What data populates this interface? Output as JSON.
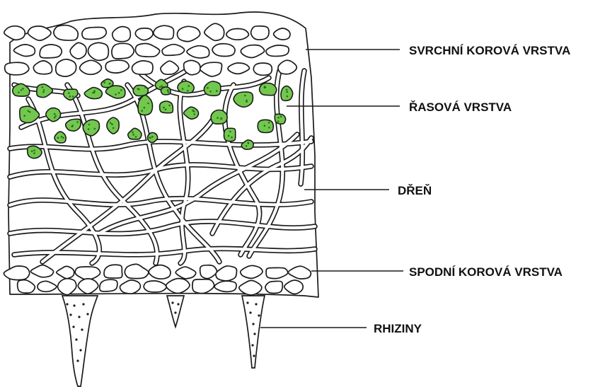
{
  "labels": {
    "upper_cortex": "SVRCHNÍ KOROVÁ VRSTVA",
    "algal_layer": "ŘASOVÁ VRSTVA",
    "medulla": "DŘEŇ",
    "lower_cortex": "SPODNÍ KOROVÁ VRSTVA",
    "rhizines": "RHIZINY"
  },
  "colors": {
    "algae_fill": "#72c84e",
    "outline": "#1a1a1a",
    "background": "#ffffff"
  }
}
